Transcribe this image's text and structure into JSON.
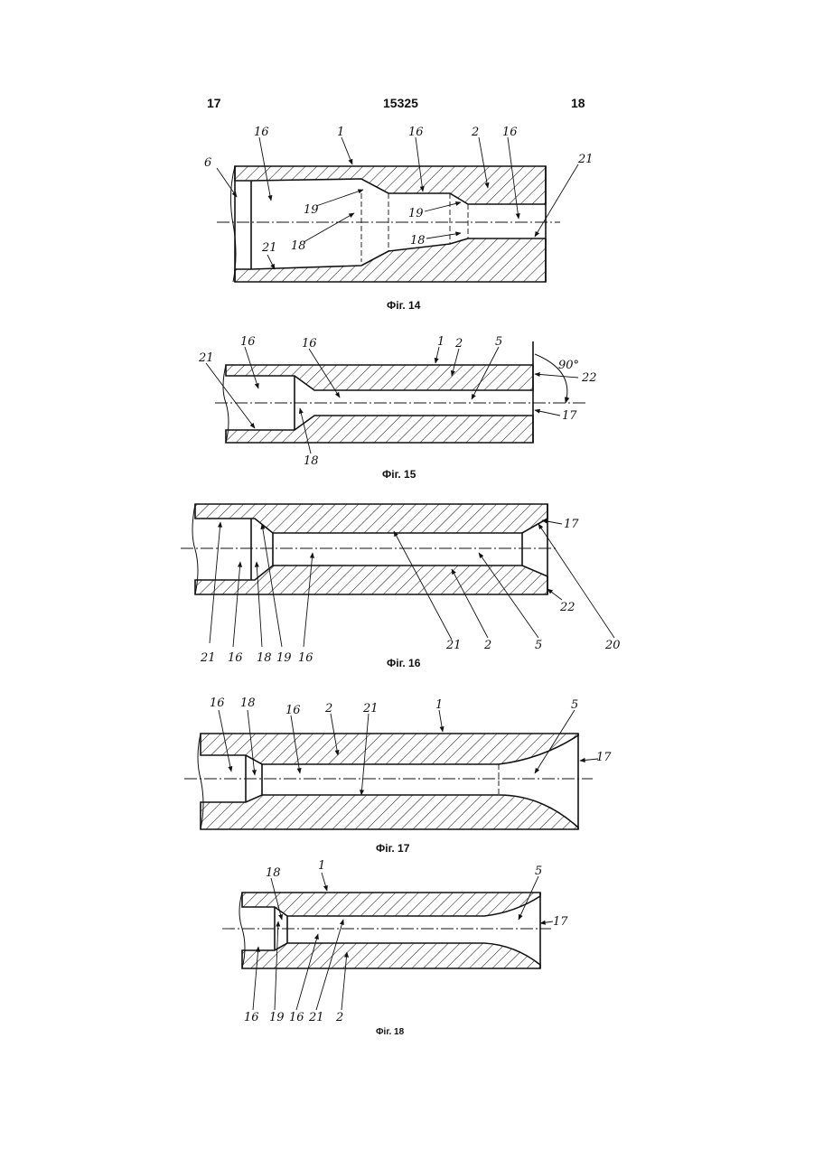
{
  "header": {
    "page_left": "17",
    "doc_number": "15325",
    "page_right": "18"
  },
  "figures": [
    {
      "caption": "Фіг. 14",
      "labels": [
        "16",
        "1",
        "16",
        "2",
        "16",
        "6",
        "21",
        "19",
        "19",
        "18",
        "18",
        "21"
      ]
    },
    {
      "caption": "Фіг. 15",
      "labels": [
        "16",
        "21",
        "16",
        "1",
        "2",
        "5",
        "90°",
        "22",
        "17",
        "18"
      ]
    },
    {
      "caption": "Фіг. 16",
      "labels": [
        "17",
        "22",
        "20",
        "21",
        "16",
        "18",
        "19",
        "16",
        "21",
        "2",
        "5"
      ]
    },
    {
      "caption": "Фіг. 17",
      "labels": [
        "16",
        "18",
        "16",
        "2",
        "21",
        "1",
        "5",
        "17"
      ]
    },
    {
      "caption": "Фіг. 18",
      "labels": [
        "18",
        "1",
        "5",
        "17",
        "16",
        "19",
        "16",
        "21",
        "2"
      ]
    }
  ]
}
